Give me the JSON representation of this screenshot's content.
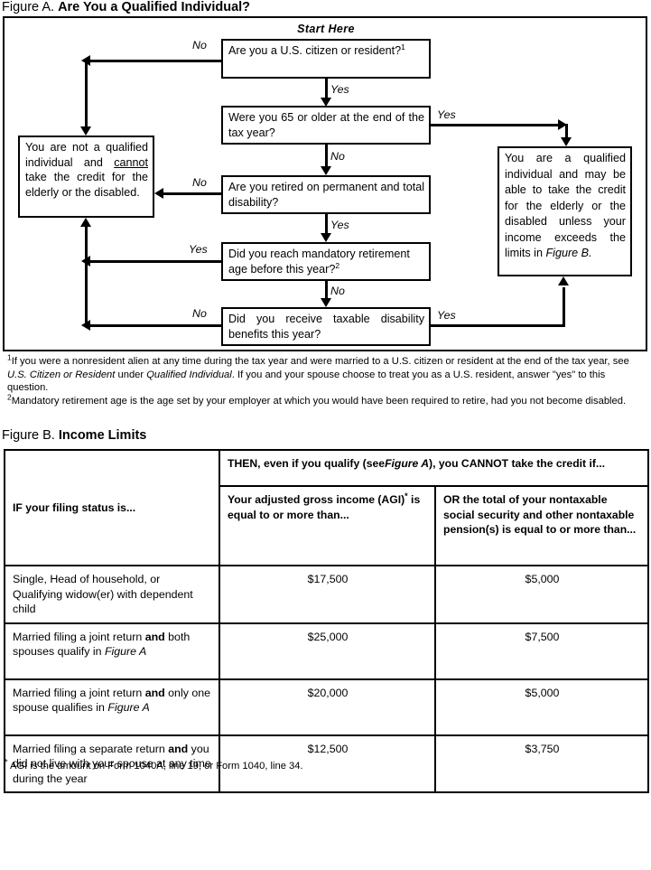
{
  "figure_a": {
    "title_lead": "Figure A.",
    "title_name": "Are You a Qualified Individual?",
    "start_here": "Start Here",
    "boxes": {
      "q1": "Are you a U.S. citizen or resident?",
      "q1_footnote_marker": "1",
      "q2": "Were you 65 or older at the end of the tax year?",
      "q3": "Are you retired on permanent and total disability?",
      "q4": "Did you reach mandatory retirement age before this year?",
      "q4_footnote_marker": "2",
      "q5": "Did you receive taxable disability benefits this year?",
      "not_qualified_pre": "You are not a qualified individual and ",
      "not_qualified_emph": "cannot",
      "not_qualified_post": " take the credit for the elderly or the disabled.",
      "qualified_pre": "You are a qualified individual and may be able to take the credit for the elderly or the disabled unless your income exceeds the limits in ",
      "qualified_ref": "Figure B."
    },
    "labels": {
      "q1_no": "No",
      "q1_yes": "Yes",
      "q2_yes": "Yes",
      "q2_no": "No",
      "q3_no": "No",
      "q3_yes": "Yes",
      "q4_yes": "Yes",
      "q4_no": "No",
      "q5_no": "No",
      "q5_yes": "Yes"
    },
    "footnotes": [
      {
        "marker": "1",
        "part1": "If you were a nonresident alien at any time during the tax year and were married to a U.S. citizen or resident at the end of the tax year, see ",
        "italic1": "U.S. Citizen or Resident",
        "part2": " under ",
        "italic2": "Qualified Individual",
        "part3": ". If you and your spouse choose to treat you as a U.S. resident, answer \"yes\" to this question."
      },
      {
        "marker": "2",
        "part1": "Mandatory retirement age is the age set by your employer at which you would have been required to retire, had you not become disabled.",
        "italic1": "",
        "part2": "",
        "italic2": "",
        "part3": ""
      }
    ]
  },
  "figure_b": {
    "title_lead": "Figure B.",
    "title_name": "Income Limits",
    "header_span_pre": "THEN, even if you qualify (see",
    "header_span_italic": "Figure A",
    "header_span_post": "), you CANNOT take the credit if...",
    "col1_header": "IF your filing status is...",
    "col2_header_pre": "Your adjusted gross income (AGI)",
    "col2_header_marker": "*",
    "col2_header_post": " is equal to or more than...",
    "col3_header": "OR the total of your nontaxable social security and other nontaxable pension(s) is equal to or more than...",
    "rows": [
      {
        "status_pre": "Single, Head of household, or Qualifying widow(er) with dependent child",
        "status_bold": "",
        "status_mid": "",
        "status_italic": "",
        "status_post": "",
        "agi": "$17,500",
        "nontaxable": "$5,000"
      },
      {
        "status_pre": "Married filing a joint return\n",
        "status_bold": "and",
        "status_mid": " both spouses qualify in ",
        "status_italic": "Figure A",
        "status_post": "",
        "agi": "$25,000",
        "nontaxable": "$7,500"
      },
      {
        "status_pre": "Married filing a joint return\n",
        "status_bold": "and",
        "status_mid": " only one spouse qualifies in ",
        "status_italic": "Figure A",
        "status_post": "",
        "agi": "$20,000",
        "nontaxable": "$5,000"
      },
      {
        "status_pre": "Married filing a separate return ",
        "status_bold": "and",
        "status_mid": " you did not live with your spouse at any time during the year",
        "status_italic": "",
        "status_post": "",
        "agi": "$12,500",
        "nontaxable": "$3,750"
      }
    ],
    "footnote_marker": "*",
    "footnote": " AGI is the amount on Form 1040A, line 19, or Form 1040, line 34."
  }
}
